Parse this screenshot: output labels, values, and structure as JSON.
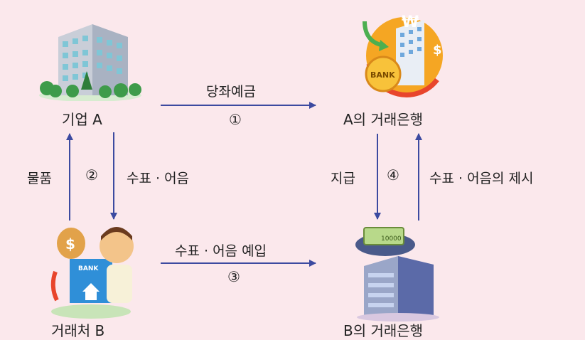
{
  "nodes": {
    "company_a": {
      "label": "기업 A"
    },
    "bank_a": {
      "label": "A의 거래은행",
      "badge": "BANK"
    },
    "partner_b": {
      "label": "거래처 B",
      "badge": "BANK"
    },
    "bank_b": {
      "label": "B의 거래은행",
      "bill_text": "10000"
    }
  },
  "flows": {
    "deposit": {
      "label": "당좌예금",
      "step": "①"
    },
    "goods": {
      "label": "물품"
    },
    "check_issue": {
      "label": "수표 · 어음",
      "step": "②"
    },
    "check_deposit": {
      "label": "수표 · 어음 예입",
      "step": "③"
    },
    "payment": {
      "label": "지급",
      "step": "④"
    },
    "presentation": {
      "label": "수표 · 어음의 제시"
    }
  },
  "colors": {
    "background": "#fbe8ec",
    "arrow": "#3c4aa0"
  }
}
